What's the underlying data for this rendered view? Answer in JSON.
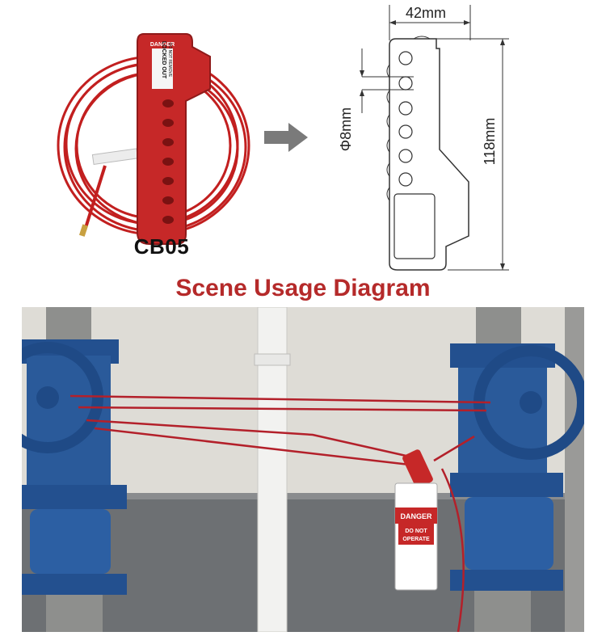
{
  "product": {
    "model": "CB05",
    "lock_tag_danger": "DANGER",
    "lock_tag_line1": "LOCKED OUT",
    "lock_tag_line2": "DO NOT REMOVE"
  },
  "drawing": {
    "width_label": "42mm",
    "height_label": "118mm",
    "hole_label": "Φ8mm"
  },
  "scene": {
    "title": "Scene Usage Diagram",
    "tag_danger": "DANGER",
    "tag_do_not": "DO NOT",
    "tag_operate": "OPERATE"
  },
  "colors": {
    "brand_red": "#c62828",
    "title_red": "#b52a2a",
    "valve_blue": "#2a5a9a"
  }
}
